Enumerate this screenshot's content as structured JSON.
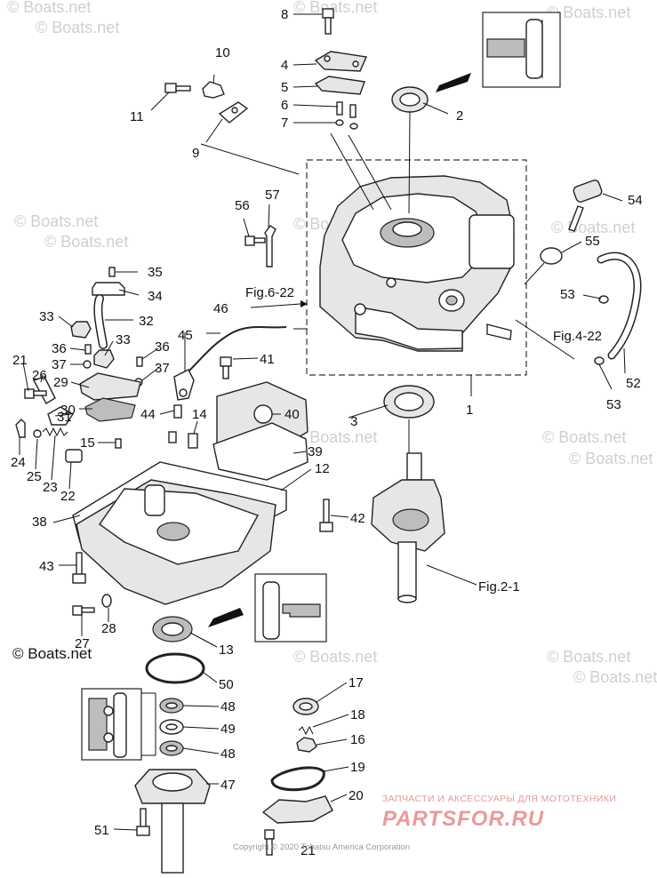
{
  "watermark": "© Boats.net",
  "copyright_badge": "© Boats.net",
  "copyright_line": "Copyright © 2020 Tohatsu America Corporation",
  "brand": {
    "tagline": "ЗАПЧАСТИ И АКСЕССУАРЫ ДЛЯ МОТОТЕХНИКИ",
    "name": "PARTSFOR.RU"
  },
  "figure_refs": {
    "fig_6_22": "Fig.6-22",
    "fig_4_22": "Fig.4-22",
    "fig_2_1": "Fig.2-1"
  },
  "callouts": [
    "1",
    "2",
    "3",
    "4",
    "5",
    "6",
    "7",
    "8",
    "9",
    "10",
    "11",
    "12",
    "13",
    "14",
    "15",
    "16",
    "17",
    "18",
    "19",
    "20",
    "21",
    "22",
    "23",
    "24",
    "25",
    "26",
    "27",
    "28",
    "29",
    "30",
    "31",
    "32",
    "33",
    "34",
    "35",
    "36",
    "37",
    "38",
    "39",
    "40",
    "41",
    "42",
    "43",
    "44",
    "45",
    "46",
    "47",
    "48",
    "49",
    "50",
    "51",
    "52",
    "53",
    "54",
    "55",
    "56",
    "57"
  ]
}
